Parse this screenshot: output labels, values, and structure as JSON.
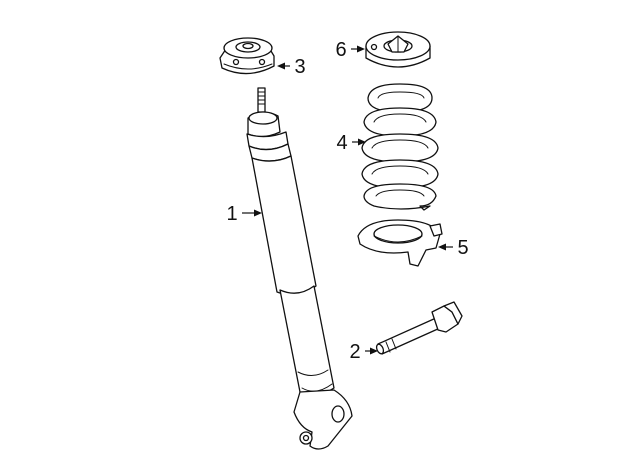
{
  "callouts": [
    {
      "id": "shock-absorber",
      "label": "1"
    },
    {
      "id": "bolt",
      "label": "2"
    },
    {
      "id": "upper-mount",
      "label": "3"
    },
    {
      "id": "coil-spring",
      "label": "4"
    },
    {
      "id": "lower-insulator",
      "label": "5"
    },
    {
      "id": "upper-insulator",
      "label": "6"
    }
  ]
}
